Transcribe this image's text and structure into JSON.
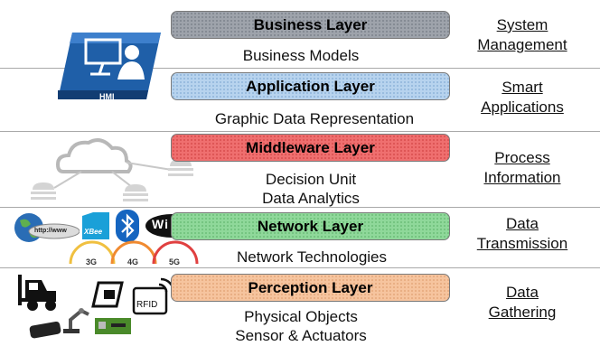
{
  "layers": [
    {
      "name": "Business Layer",
      "desc": [
        "Business Models"
      ],
      "side": [
        "System",
        "Management"
      ]
    },
    {
      "name": "Application Layer",
      "desc": [
        "Graphic Data Representation"
      ],
      "side": [
        "Smart",
        "Applications"
      ]
    },
    {
      "name": "Middleware Layer",
      "desc": [
        "Decision Unit",
        "Data Analytics"
      ],
      "side": [
        "Process",
        "Information"
      ]
    },
    {
      "name": "Network Layer",
      "desc": [
        "Network Technologies"
      ],
      "side": [
        "Data",
        "Transmission"
      ]
    },
    {
      "name": "Perception Layer",
      "desc": [
        "Physical Objects",
        "Sensor & Actuators"
      ],
      "side": [
        "Data",
        "Gathering"
      ]
    }
  ],
  "icons": {
    "hmi_label": "HMI",
    "browser_text": "http://www",
    "xbee_label": "XBee",
    "wifi_label": "Wi Fi",
    "gen_labels": [
      "3G",
      "4G",
      "5G"
    ],
    "rfid_label": "RFID"
  },
  "colors": {
    "business": "#9ea3ab",
    "application": "#b7d3ee",
    "middleware": "#ef6f6f",
    "network": "#8fd89a",
    "perception": "#f6c49e",
    "hmi_blue": "#1f5fa8"
  }
}
